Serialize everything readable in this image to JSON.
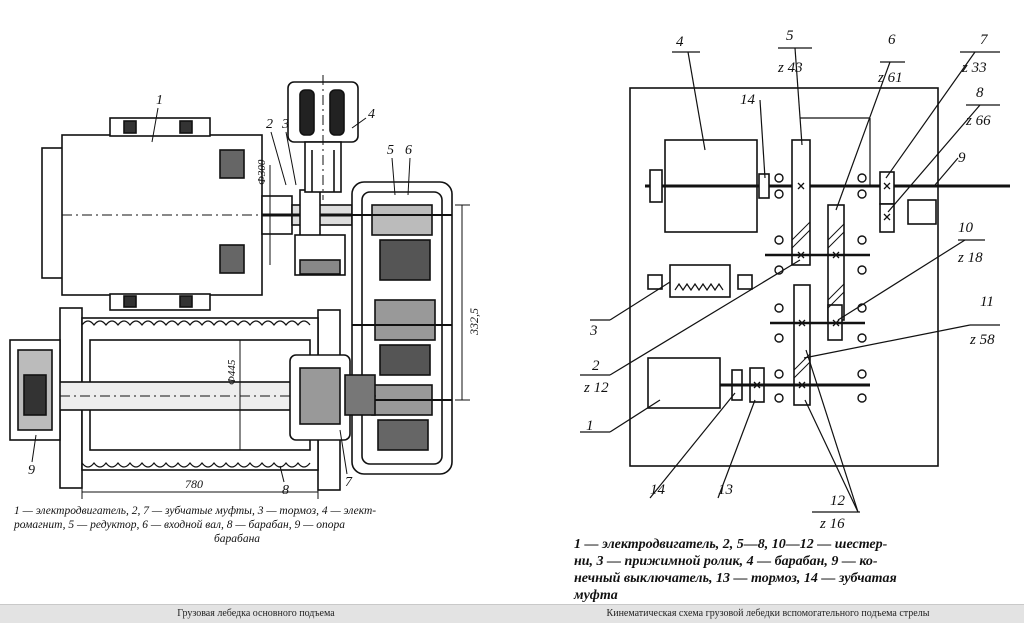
{
  "left_diagram": {
    "labels": {
      "n1": "1",
      "n2": "2",
      "n3": "3",
      "n4": "4",
      "n5": "5",
      "n6": "6",
      "n7": "7",
      "n8": "8",
      "n9": "9"
    },
    "dims": {
      "phi300": "Ф300",
      "phi445": "Ф445",
      "d780": "780",
      "d332": "332,5"
    },
    "caption": [
      "1 — электродвигатель, 2, 7 — зубчатые муфты, 3 — тормоз, 4 — элект-",
      "ромагнит, 5 — редуктор, 6 — входной вал, 8 — барабан, 9 — опора",
      "барабана"
    ],
    "footer": "Грузовая лебедка основного подъема"
  },
  "right_diagram": {
    "labels": {
      "n1": "1",
      "n2": "2",
      "n3": "3",
      "n4": "4",
      "n5": "5",
      "n6": "6",
      "n7": "7",
      "n8": "8",
      "n9": "9",
      "n10": "10",
      "n11": "11",
      "n12": "12",
      "n13": "13",
      "n14a": "14",
      "n14b": "14",
      "z43": "z 43",
      "z61": "z 61",
      "z33": "z 33",
      "z66": "z 66",
      "z18": "z 18",
      "z58": "z 58",
      "z12": "z 12",
      "z16": "z 16"
    },
    "caption": [
      "1 — электродвигатель, 2, 5—8, 10—12 — шестер-",
      "ни, 3 — прижимной ролик, 4 — барабан, 9 — ко-",
      "нечный выключатель, 13 — тормоз, 14 — зубчатая",
      "муфта"
    ],
    "footer": "Кинематическая схема грузовой лебедки вспомогательного подъема стрелы"
  }
}
